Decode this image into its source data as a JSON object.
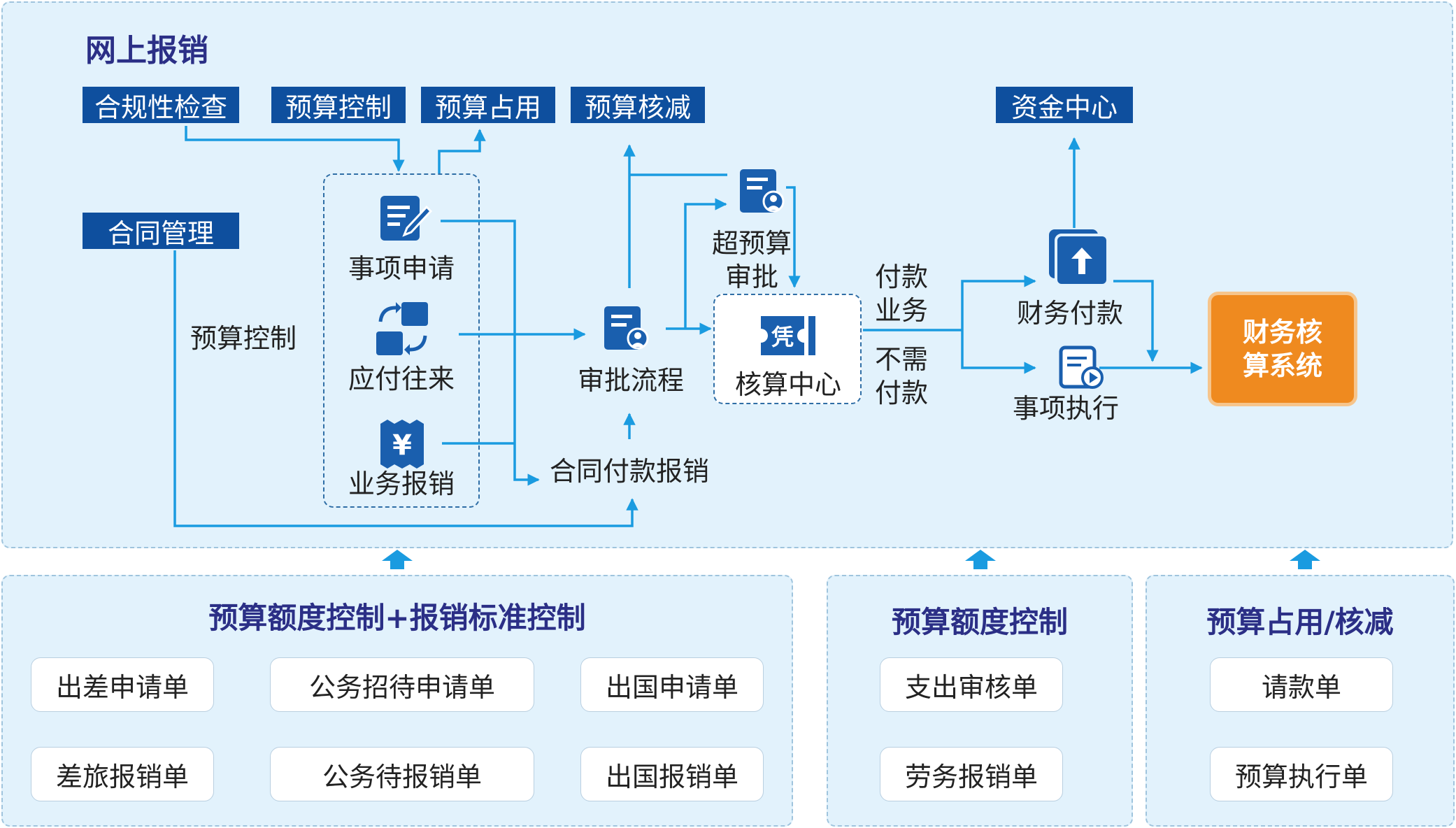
{
  "top": {
    "title": "网上报销",
    "tags": {
      "compliance": "合规性检查",
      "budget_control": "预算控制",
      "budget_occupy": "预算占用",
      "budget_reduce": "预算核减",
      "contract": "合同管理",
      "fund_center": "资金中心"
    },
    "labels": {
      "budget_control_side": "预算控制",
      "item_apply": "事项申请",
      "payable": "应付往来",
      "business_reimb": "业务报销",
      "approval_flow": "审批流程",
      "over_budget_line1": "超预算",
      "over_budget_line2": "审批",
      "accounting_center": "核算中心",
      "contract_payment": "合同付款报销",
      "payment_business_line1": "付款",
      "payment_business_line2": "业务",
      "no_payment_line1": "不需",
      "no_payment_line2": "付款",
      "finance_payment": "财务付款",
      "item_execution": "事项执行"
    },
    "voucher_glyph": "凭",
    "yen_glyph": "¥",
    "finance_system_line1": "财务核",
    "finance_system_line2": "算系统"
  },
  "bottom": {
    "left": {
      "title": "预算额度控制+报销标准控制",
      "items": [
        "出差申请单",
        "公务招待申请单",
        "出国申请单",
        "差旅报销单",
        "公务待报销单",
        "出国报销单"
      ]
    },
    "middle": {
      "title": "预算额度控制",
      "items": [
        "支出审核单",
        "劳务报销单"
      ]
    },
    "right": {
      "title": "预算占用/核减",
      "items": [
        "请款单",
        "预算执行单"
      ]
    }
  },
  "colors": {
    "panel_bg": "#e2f2fc",
    "tag_bg": "#0e4f9e",
    "arrow": "#1a9be0",
    "icon": "#1a5fae",
    "title": "#2b2f86",
    "accent_orange": "#ef8a1f"
  },
  "icons": [
    "document-edit-icon",
    "exchange-icon",
    "yen-receipt-icon",
    "approval-user-icon",
    "voucher-icon",
    "upload-stack-icon",
    "execution-doc-icon",
    "up-arrow-icon"
  ]
}
